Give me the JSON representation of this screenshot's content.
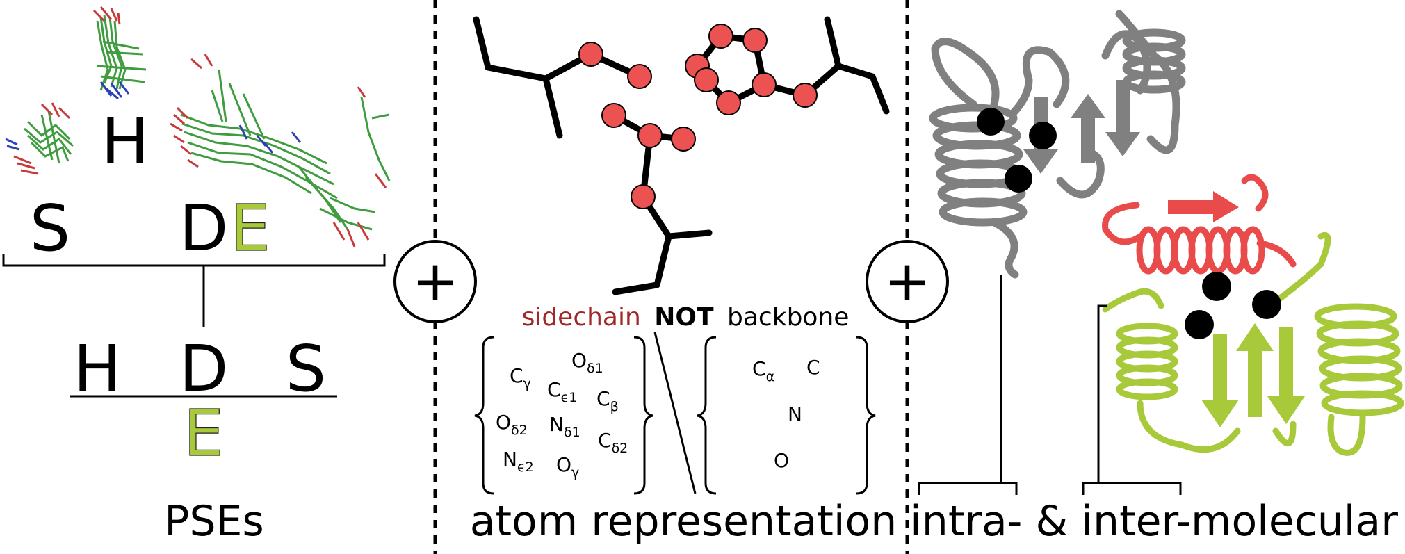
{
  "panel1": {
    "top_letters": {
      "h": "H",
      "s": "S",
      "d": "D",
      "e": "E"
    },
    "bottom_letters": {
      "h": "H",
      "d": "D",
      "s": "S",
      "e": "E"
    },
    "caption": "PSEs"
  },
  "plus_symbol": "+",
  "panel2": {
    "heading": {
      "sidechain": "sidechain",
      "not": "NOT",
      "backbone": "backbone"
    },
    "sidechain_atoms": [
      {
        "base": "O",
        "sub": "δ1"
      },
      {
        "base": "C",
        "sub": "γ"
      },
      {
        "base": "C",
        "sub": "ϵ1"
      },
      {
        "base": "C",
        "sub": "β"
      },
      {
        "base": "O",
        "sub": "δ2"
      },
      {
        "base": "N",
        "sub": "δ1"
      },
      {
        "base": "C",
        "sub": "δ2"
      },
      {
        "base": "N",
        "sub": "ϵ2"
      },
      {
        "base": "O",
        "sub": "γ"
      }
    ],
    "backbone_atoms": [
      {
        "base": "C",
        "sub": "α"
      },
      {
        "base": "C",
        "sub": ""
      },
      {
        "base": "N",
        "sub": ""
      },
      {
        "base": "O",
        "sub": ""
      }
    ],
    "caption": "atom representation"
  },
  "panel3": {
    "caption": "intra- & inter-molecular"
  },
  "colors": {
    "accent_green": "#a7c93a",
    "red": "#e94b4b",
    "protein_gray": "#808080",
    "atom_red": "#ec5252",
    "sidechain_text": "#a02828"
  }
}
